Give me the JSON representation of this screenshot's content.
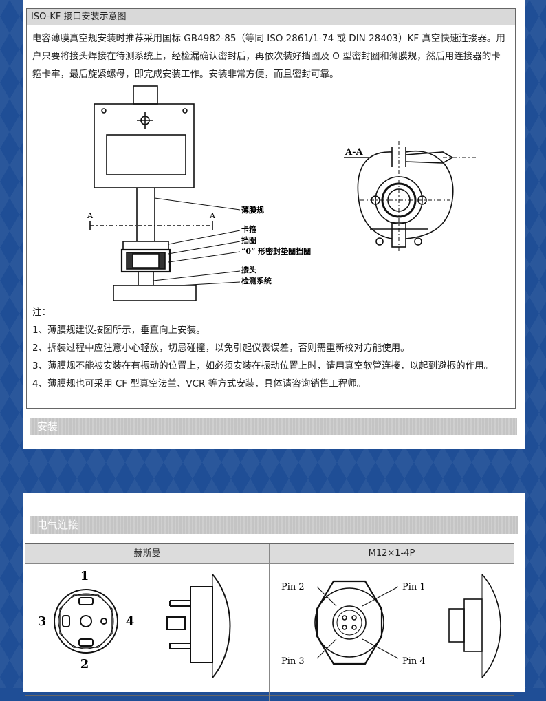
{
  "section1": {
    "header": "ISO-KF 接口安装示意图",
    "paragraph": "电容薄膜真空规安装时推荐采用国标 GB4982-85（等同 ISO 2861/1-74 或 DIN 28403）KF 真空快速连接器。用户只要将接头焊接在待测系统上，经检漏确认密封后，再依次装好挡圈及 O 型密封圈和薄膜规，然后用连接器的卡箍卡牢，最后旋紧螺母，即完成安装工作。安装非常方便，而且密封可靠。",
    "diagram_labels": {
      "gauge": "薄膜规",
      "clamp": "卡箍",
      "ring": "挡圈",
      "oring": "“0” 形密封垫圈挡圈",
      "joint": "接头",
      "system": "检测系统",
      "section_a": "A",
      "section_aa": "A-A"
    },
    "notes_title": "注：",
    "notes": [
      "1、薄膜规建议按图所示，垂直向上安装。",
      "2、拆装过程中应注意小心轻放，切忌碰撞，以免引起仪表误差，否则需重新校对方能使用。",
      "3、薄膜规不能被安装在有振动的位置上，如必须安装在振动位置上时，请用真空软管连接，以起到避振的作用。",
      "4、薄膜规也可采用 CF 型真空法兰、VCR 等方式安装，具体请咨询销售工程师。"
    ],
    "bar_title": "安装"
  },
  "section2": {
    "bar_title": "电气连接",
    "col1_title": "赫斯曼",
    "col2_title": "M12×1-4P",
    "hirschmann_pins": [
      "1",
      "2",
      "3",
      "4"
    ],
    "m12_pins": [
      "Pin 1",
      "Pin 2",
      "Pin 3",
      "Pin 4"
    ]
  }
}
